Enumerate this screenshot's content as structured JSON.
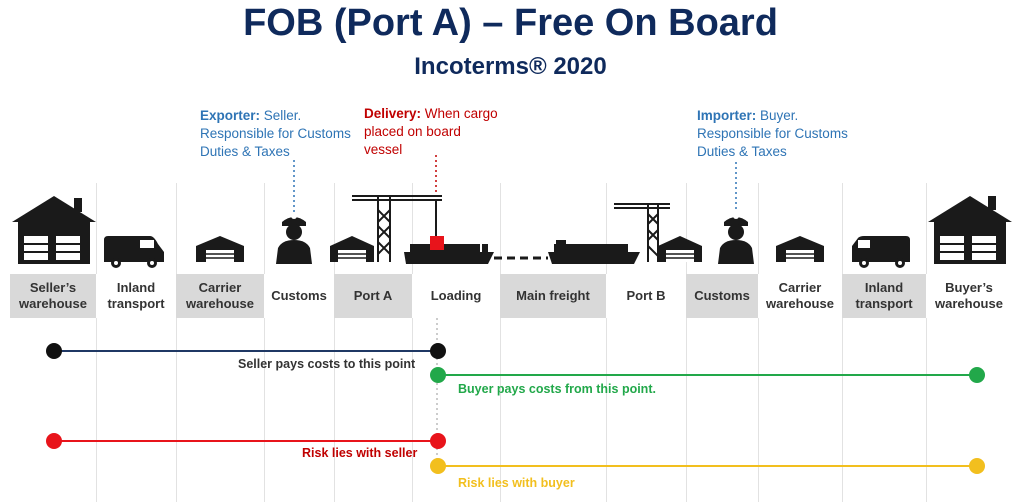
{
  "title": "FOB (Port A) – Free On Board",
  "subtitle": "Incoterms® 2020",
  "notes": {
    "exporter": {
      "label": "Exporter:",
      "text1": " Seller.",
      "text2": "Responsible for Customs",
      "text3": "Duties & Taxes"
    },
    "delivery": {
      "label": "Delivery:",
      "text1": " When cargo",
      "text2": "placed on board",
      "text3": "vessel"
    },
    "importer": {
      "label": "Importer:",
      "text1": " Buyer.",
      "text2": "Responsible for Customs",
      "text3": "Duties & Taxes"
    }
  },
  "stages": [
    {
      "line1": "Seller’s",
      "line2": "warehouse"
    },
    {
      "line1": "Inland",
      "line2": "transport"
    },
    {
      "line1": "Carrier",
      "line2": "warehouse"
    },
    {
      "line1": "Customs",
      "line2": ""
    },
    {
      "line1": "Port A",
      "line2": ""
    },
    {
      "line1": "Loading",
      "line2": ""
    },
    {
      "line1": "Main freight",
      "line2": ""
    },
    {
      "line1": "Port B",
      "line2": ""
    },
    {
      "line1": "Customs",
      "line2": ""
    },
    {
      "line1": "Carrier",
      "line2": "warehouse"
    },
    {
      "line1": "Inland",
      "line2": "transport"
    },
    {
      "line1": "Buyer’s",
      "line2": "warehouse"
    }
  ],
  "bars": {
    "seller_pays": "Seller pays costs to this point",
    "buyer_pays": "Buyer pays costs from this point.",
    "risk_seller": "Risk lies with seller",
    "risk_buyer": "Risk lies with buyer"
  },
  "colors": {
    "title": "#0f2a5c",
    "note_blue": "#2e74b5",
    "note_red": "#c00000",
    "seller_cost": "#1f3864",
    "buyer_cost": "#22a84a",
    "risk_seller": "#e8141b",
    "risk_buyer": "#f2bf1e"
  },
  "icons": [
    "house-icon",
    "van-icon",
    "warehouse-icon",
    "customs-officer-icon",
    "crane-icon",
    "ship-icon"
  ]
}
